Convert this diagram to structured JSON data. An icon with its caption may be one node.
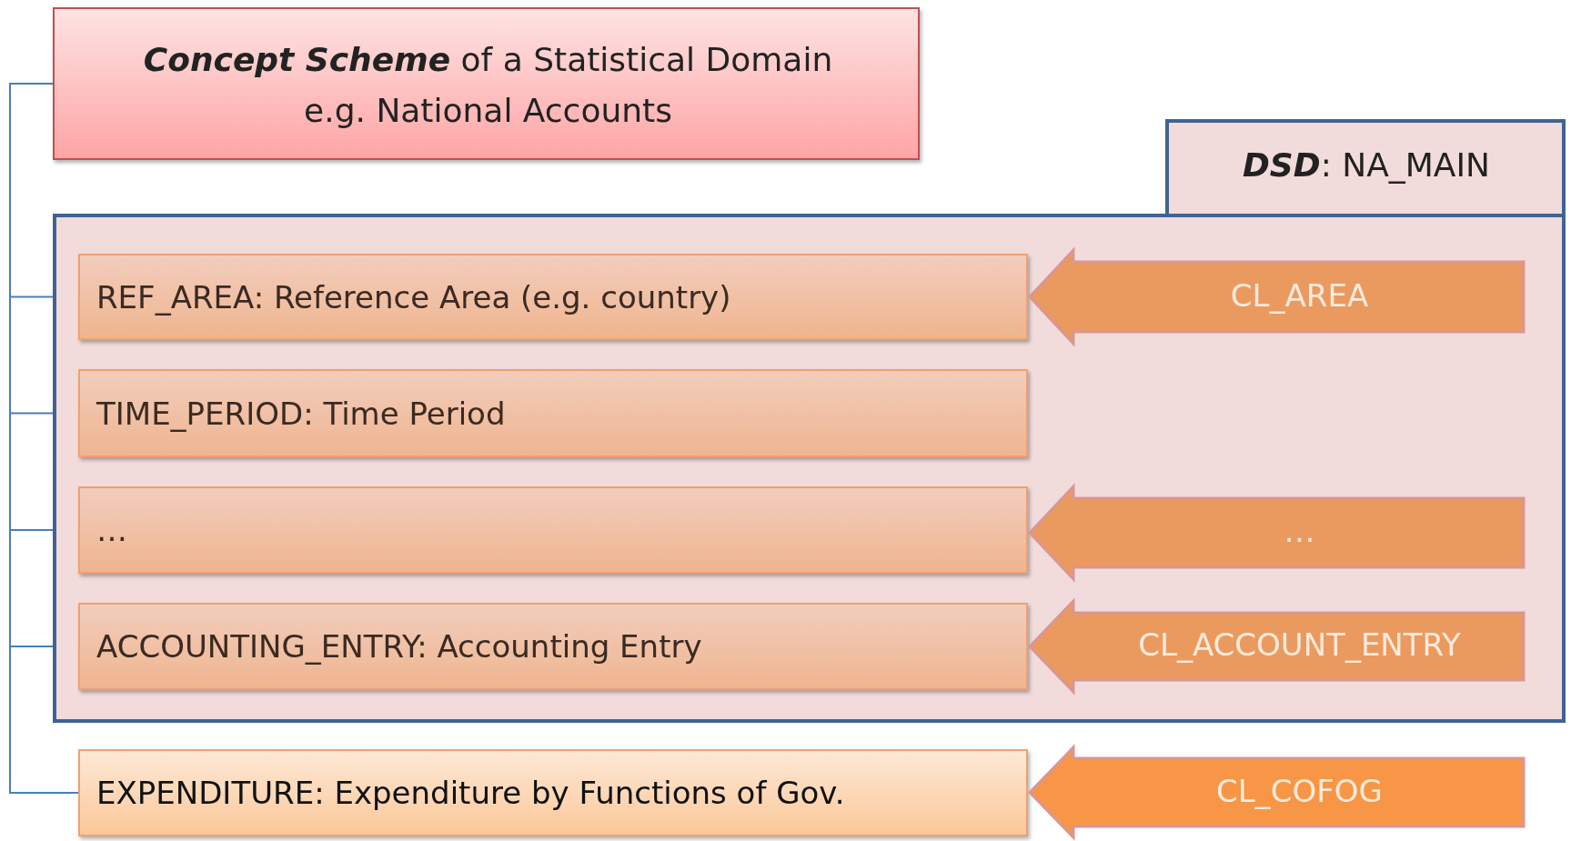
{
  "diagram": {
    "nodes": [
      {
        "text": [
          "**Concept Scheme** of a Statistical Domain e.g. National Accounts"
        ]
      },
      {
        "text": [
          "**DSD**: NA_MAIN"
        ]
      },
      {
        "text": [
          "REF_AREA: Reference Area (e.g. country)"
        ],
        "in": 1
      },
      {
        "text": [
          "CL_AREA"
        ],
        "in": 1
      },
      {
        "text": [
          "TIME_PERIOD: Time Period"
        ],
        "in": 1
      },
      {
        "text": [
          "…"
        ],
        "in": 1
      },
      {
        "text": [
          "…"
        ],
        "in": 1
      },
      {
        "text": [
          "ACCOUNTING_ENTRY: Accounting Entry"
        ],
        "in": 1
      },
      {
        "text": [
          "CL_ACCOUNT_ENTRY"
        ],
        "in": 1
      },
      {
        "text": [
          "EXPENDITURE: Expenditure by Functions of Gov."
        ]
      },
      {
        "text": [
          "CL_COFOG"
        ]
      }
    ],
    "edges": [
      {
        "from": 0,
        "to": 2,
        "arrow": "none"
      },
      {
        "from": 0,
        "to": 4,
        "arrow": "none"
      },
      {
        "from": 0,
        "to": 5,
        "arrow": "none"
      },
      {
        "from": 0,
        "to": 7,
        "arrow": "none"
      },
      {
        "from": 0,
        "to": 9,
        "arrow": "none"
      }
    ]
  }
}
